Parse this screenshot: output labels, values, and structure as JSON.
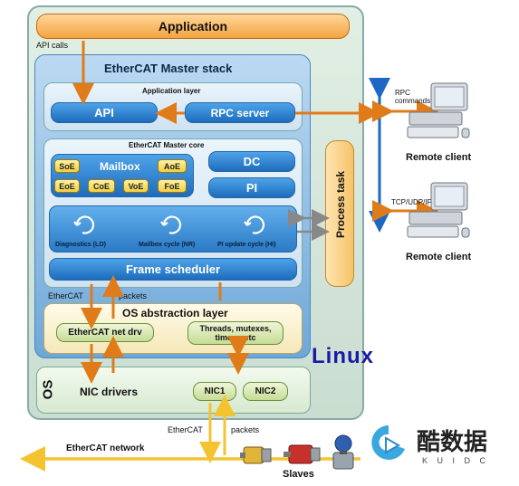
{
  "application": "Application",
  "api_calls": "API calls",
  "master_stack": "EtherCAT Master stack",
  "application_layer": {
    "title": "Application layer",
    "api": "API",
    "rpc_server": "RPC server"
  },
  "master_core": {
    "title": "EtherCAT Master core",
    "mailbox": "Mailbox",
    "protocols": [
      "SoE",
      "AoE",
      "EoE",
      "CoE",
      "VoE",
      "FoE"
    ],
    "dc": "DC",
    "pi": "PI",
    "cycles": [
      "Diagnostics (LO)",
      "Mailbox cycle (NR)",
      "PI update cycle (HI)"
    ],
    "frame_scheduler": "Frame scheduler"
  },
  "process_task": "Process task",
  "os_abstraction": {
    "ethercat": "EtherCAT",
    "packets": "packets",
    "title": "OS abstraction layer",
    "net_drv": "EtherCAT net drv",
    "threads": "Threads, mutexes, timers, etc"
  },
  "os": {
    "label": "OS",
    "nic_drivers": "NIC drivers",
    "nic1": "NIC1",
    "nic2": "NIC2"
  },
  "linux": "Linux",
  "clients": [
    {
      "protocol": "RPC commands",
      "label": "Remote client"
    },
    {
      "protocol": "TCP/UDP/IP",
      "label": "Remote client"
    }
  ],
  "network": {
    "ethercat": "EtherCAT",
    "packets": "packets",
    "ethercat_network": "EtherCAT network",
    "slaves": "Slaves"
  },
  "watermark": {
    "chinese": "酷数据",
    "letters": "K U I D C"
  },
  "colors": {
    "arrow_orange": "#e07b1a",
    "arrow_yellow": "#f4c430",
    "bus_blue": "#1e67c4",
    "pill_blue": "#1d6cbc",
    "linux_blue": "#1a1aa8"
  }
}
